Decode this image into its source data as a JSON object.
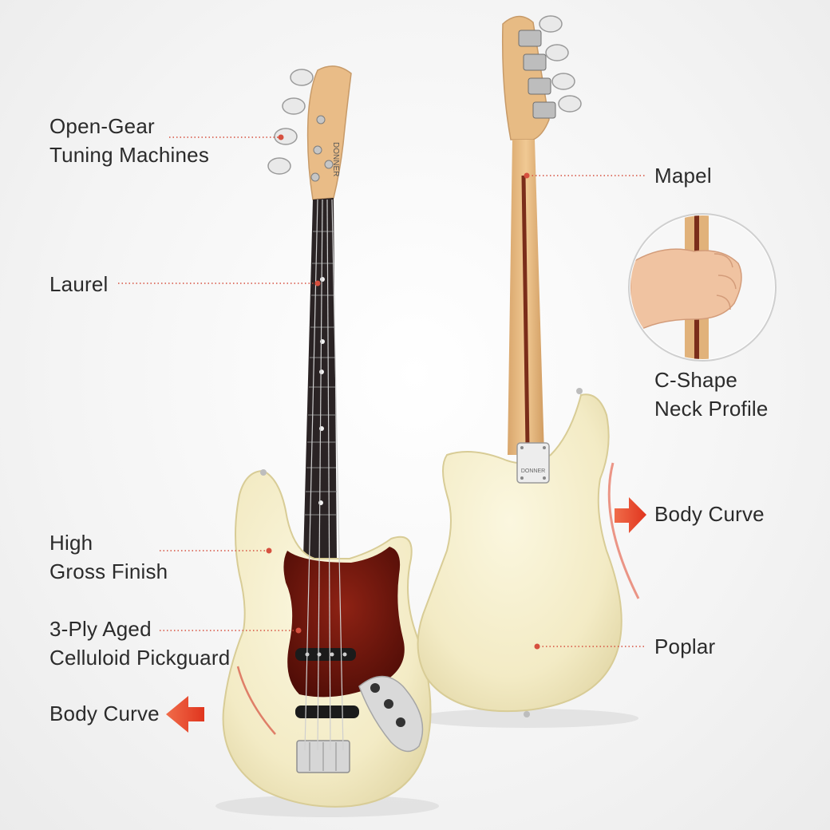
{
  "labels": {
    "tuning": {
      "line1": "Open-Gear",
      "line2": "Tuning Machines"
    },
    "fretboard": "Laurel",
    "finish": {
      "line1": "High",
      "line2": "Gross Finish"
    },
    "pickguard": {
      "line1": "3-Ply Aged",
      "line2": "Celluloid Pickguard"
    },
    "body_curve_front": "Body Curve",
    "neck_wood": "Mapel",
    "neck_profile": {
      "line1": "C-Shape",
      "line2": "Neck Profile"
    },
    "body_curve_back": "Body Curve",
    "body_wood": "Poplar"
  },
  "headstock_text": "DONNER",
  "colors": {
    "body": "#f6f0cf",
    "body_shade": "#e8dfb2",
    "pickguard": "#7a1a10",
    "fretboard": "#2a2324",
    "maple": "#e7bb84",
    "accent_red": "#e2543b",
    "leader": "#d6503f",
    "text": "#2b2b2b"
  }
}
